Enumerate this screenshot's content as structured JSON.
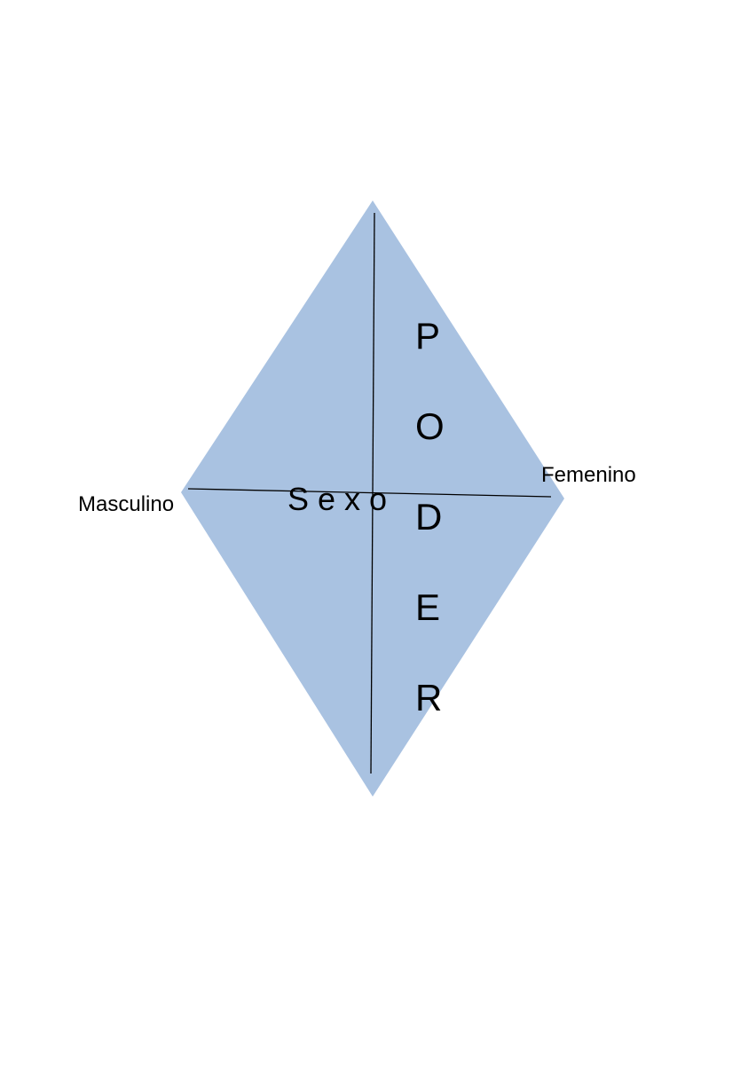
{
  "colors": {
    "diamond_fill": "#a9c2e1",
    "line_color": "#000000",
    "text_color": "#000000"
  },
  "labels": {
    "left": "Masculino",
    "right": "Femenino",
    "horizontal_axis": "S e x o",
    "vertical_axis_letters": [
      "P",
      "O",
      "D",
      "E",
      "R"
    ]
  }
}
